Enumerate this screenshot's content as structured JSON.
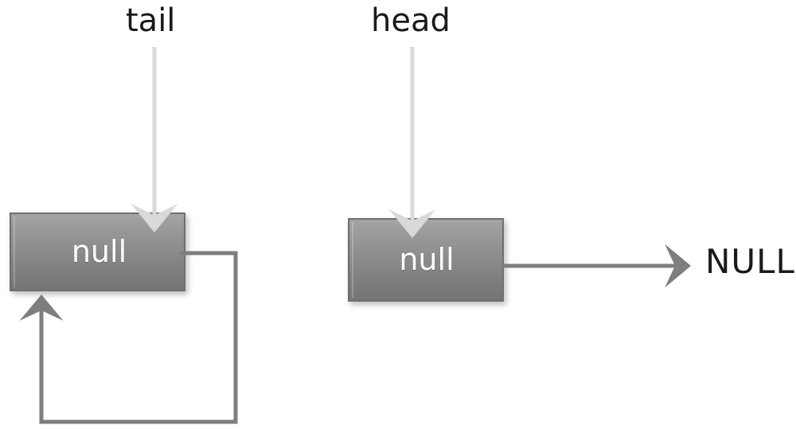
{
  "diagram": {
    "title": "circular-linked-list-empty-state",
    "background_color": "#ffffff",
    "pointers": {
      "tail_label": "tail",
      "head_label": "head"
    },
    "nodes": [
      {
        "id": "tail-node",
        "value": "null",
        "pointed_by": "tail"
      },
      {
        "id": "head-node",
        "value": "null",
        "pointed_by": "head"
      }
    ],
    "terminal": {
      "label": "NULL"
    },
    "edges": [
      {
        "name": "tail-self-loop",
        "from": "tail-node-right",
        "to": "tail-node-bottom",
        "style": "orthogonal",
        "arrow": "up"
      },
      {
        "name": "head-to-null",
        "from": "head-node-right",
        "to": "NULL",
        "style": "straight",
        "arrow": "right"
      },
      {
        "name": "tail-pointer-arrow",
        "from": "tail",
        "to": "tail-node-top",
        "arrow": "down"
      },
      {
        "name": "head-pointer-arrow",
        "from": "head",
        "to": "head-node-top",
        "arrow": "down"
      }
    ],
    "colors": {
      "pointer_arrow": "#d9d9d9",
      "link_arrow": "#7e7e7e",
      "node_border": "#6f6f6f",
      "node_fill_top": "#a5a5a5",
      "node_fill_bottom": "#757575",
      "node_text": "#ffffff",
      "label_text": "#1a1a1a"
    }
  }
}
